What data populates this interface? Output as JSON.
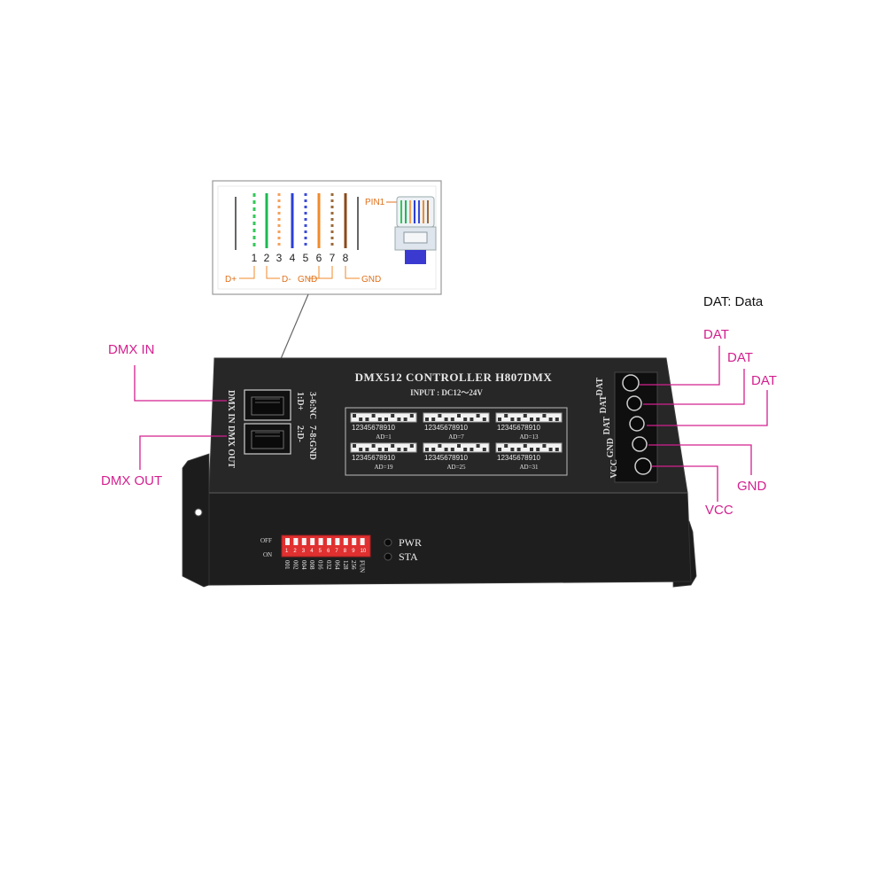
{
  "legend": {
    "text": "DAT: Data"
  },
  "callouts": {
    "dmx_in": "DMX IN",
    "dmx_out": "DMX OUT",
    "dat1": "DAT",
    "dat2": "DAT",
    "dat3": "DAT",
    "gnd": "GND",
    "vcc": "VCC"
  },
  "pinout": {
    "pin_numbers": [
      "1",
      "2",
      "3",
      "4",
      "5",
      "6",
      "7",
      "8"
    ],
    "labels": {
      "d_plus": "D+",
      "d_minus": "D-",
      "gnd_mid": "GND",
      "gnd_right": "GND",
      "pin1": "PIN1"
    }
  },
  "device": {
    "title": "DMX512  CONTROLLER  H807DMX",
    "input": "INPUT : DC12～24V",
    "port_dmx_in": "DMX IN",
    "port_dmx_out": "DMX OUT",
    "pin_notes": [
      "1:D+",
      "3-6:NC",
      "2:D-",
      "7-8:GND"
    ],
    "dip_digits": "12345678910",
    "dip_groups": [
      "AD=1",
      "AD=7",
      "AD=13",
      "AD=19",
      "AD=25",
      "AD=31"
    ],
    "terminal_labels": [
      "DAT",
      "DAT",
      "DAT",
      "GND",
      "VCC"
    ],
    "front": {
      "off": "OFF",
      "on": "ON",
      "switch_numbers": [
        "1",
        "2",
        "3",
        "4",
        "5",
        "6",
        "7",
        "8",
        "9",
        "10"
      ],
      "values": [
        "001",
        "002",
        "004",
        "008",
        "016",
        "032",
        "064",
        "128",
        "256",
        "FUN"
      ],
      "pwr": "PWR",
      "sta": "STA"
    }
  }
}
